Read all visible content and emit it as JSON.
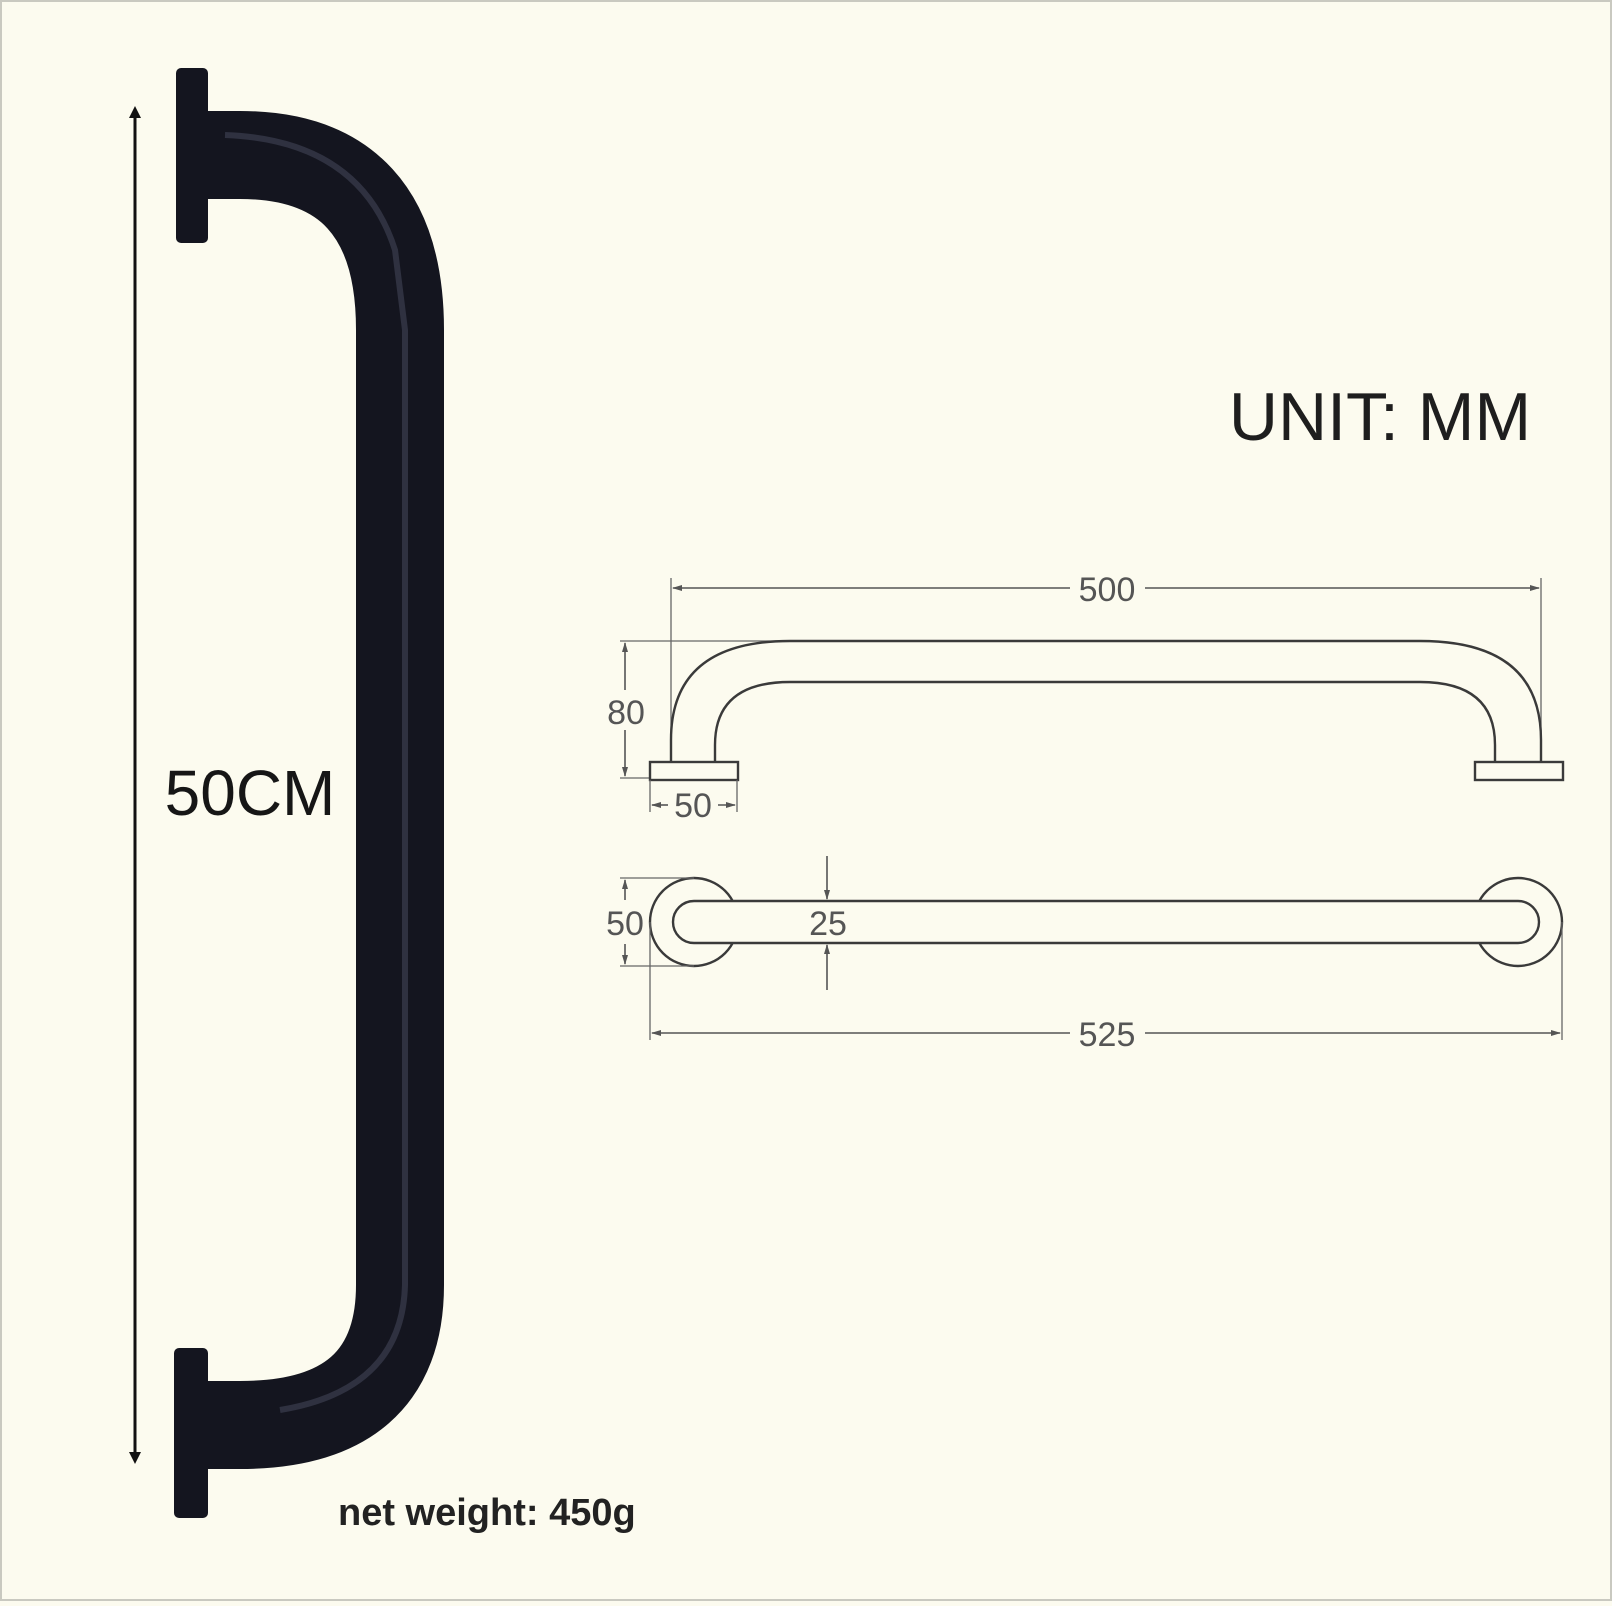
{
  "photo": {
    "length_label": "50CM",
    "weight_label": "net weight: 450g",
    "bar_color": "#14151f",
    "arrow_color": "#111111"
  },
  "drawing": {
    "unit_label": "UNIT: MM",
    "side_view": {
      "length": "500",
      "height": "80",
      "flange_width": "50"
    },
    "top_view": {
      "flange_diameter": "50",
      "tube_diameter": "25",
      "overall_length": "525"
    }
  },
  "colors": {
    "background": "#fcfbef",
    "dimension_lines": "#555555"
  }
}
